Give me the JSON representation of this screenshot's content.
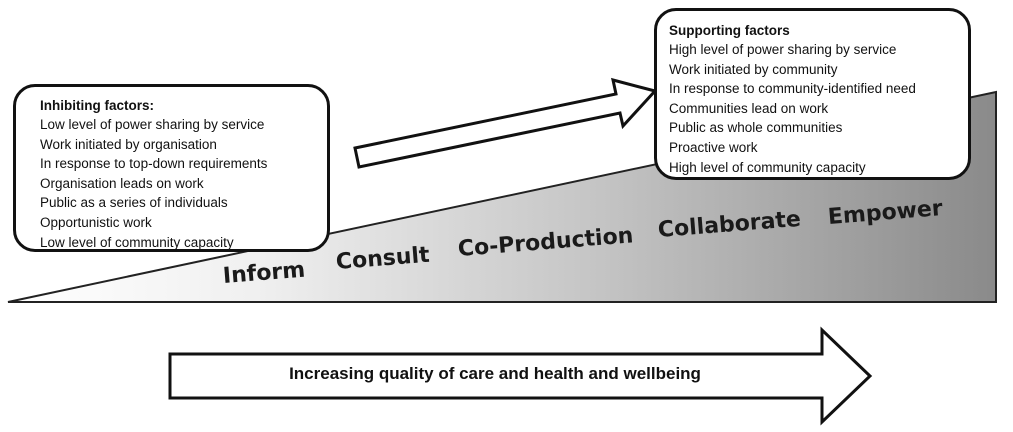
{
  "inhibiting": {
    "title": "Inhibiting factors:",
    "items": [
      "Low level of power sharing by service",
      "Work initiated by organisation",
      "In response to top-down requirements",
      "Organisation leads on work",
      "Public as a series of individuals",
      "Opportunistic work",
      "Low level of community capacity"
    ]
  },
  "supporting": {
    "title": "Supporting factors",
    "items": [
      "High level of power sharing by service",
      "Work initiated by community",
      "In response to community-identified  need",
      "Communities lead on work",
      "Public as whole communities",
      "Proactive work",
      "High level of community capacity"
    ]
  },
  "stages": [
    "Inform",
    "Consult",
    "Co-Production",
    "Collaborate",
    "Empower"
  ],
  "bottom_arrow": {
    "label": "Increasing quality of care and health and wellbeing"
  },
  "colors": {
    "outline": "#111111",
    "wedge_light": "#ffffff",
    "wedge_dark": "#8a8a8a"
  }
}
